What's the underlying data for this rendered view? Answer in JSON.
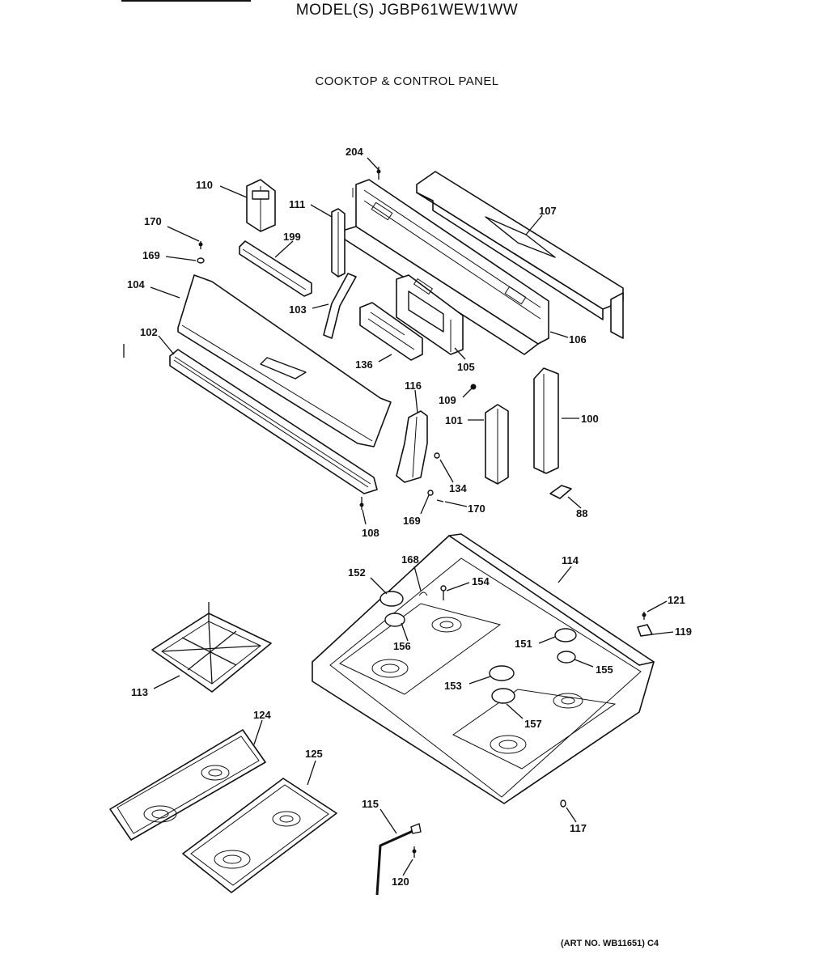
{
  "header": {
    "model_title": "MODEL(S) JGBP61WEW1WW",
    "section_title": "COOKTOP & CONTROL PANEL"
  },
  "footer": {
    "art_number": "(ART NO. WB11651) C4"
  },
  "callouts": [
    {
      "id": "c204",
      "text": "204"
    },
    {
      "id": "c110",
      "text": "110"
    },
    {
      "id": "c111",
      "text": "111"
    },
    {
      "id": "c107",
      "text": "107"
    },
    {
      "id": "c170a",
      "text": "170"
    },
    {
      "id": "c199",
      "text": "199"
    },
    {
      "id": "c169a",
      "text": "169"
    },
    {
      "id": "c104",
      "text": "104"
    },
    {
      "id": "c103",
      "text": "103"
    },
    {
      "id": "c106",
      "text": "106"
    },
    {
      "id": "c102",
      "text": "102"
    },
    {
      "id": "c136",
      "text": "136"
    },
    {
      "id": "c105",
      "text": "105"
    },
    {
      "id": "c116",
      "text": "116"
    },
    {
      "id": "c109",
      "text": "109"
    },
    {
      "id": "c101",
      "text": "101"
    },
    {
      "id": "c100",
      "text": "100"
    },
    {
      "id": "c134",
      "text": "134"
    },
    {
      "id": "c169b",
      "text": "169"
    },
    {
      "id": "c170b",
      "text": "170"
    },
    {
      "id": "c88",
      "text": "88"
    },
    {
      "id": "c108",
      "text": "108"
    },
    {
      "id": "c168",
      "text": "168"
    },
    {
      "id": "c114",
      "text": "114"
    },
    {
      "id": "c152",
      "text": "152"
    },
    {
      "id": "c154",
      "text": "154"
    },
    {
      "id": "c121",
      "text": "121"
    },
    {
      "id": "c156",
      "text": "156"
    },
    {
      "id": "c119",
      "text": "119"
    },
    {
      "id": "c151",
      "text": "151"
    },
    {
      "id": "c155",
      "text": "155"
    },
    {
      "id": "c113",
      "text": "113"
    },
    {
      "id": "c153",
      "text": "153"
    },
    {
      "id": "c157",
      "text": "157"
    },
    {
      "id": "c124",
      "text": "124"
    },
    {
      "id": "c125",
      "text": "125"
    },
    {
      "id": "c115",
      "text": "115"
    },
    {
      "id": "c117",
      "text": "117"
    },
    {
      "id": "c120",
      "text": "120"
    }
  ]
}
